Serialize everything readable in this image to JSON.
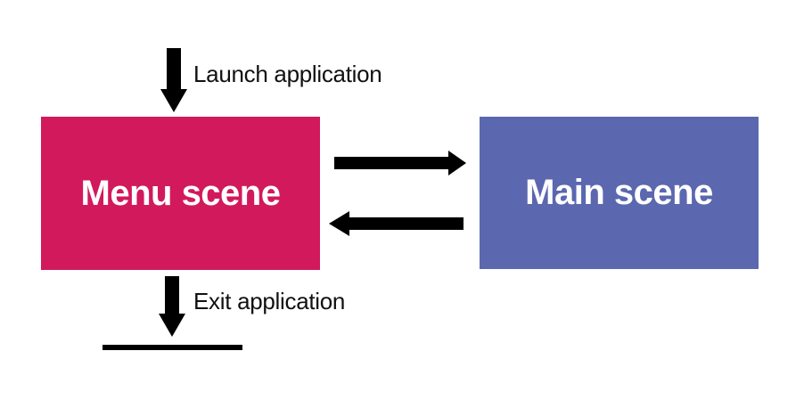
{
  "diagram": {
    "type": "flowchart",
    "nodes": [
      {
        "id": "menu-scene",
        "label": "Menu scene",
        "fill_color": "#d2195b",
        "text_color": "#ffffff"
      },
      {
        "id": "main-scene",
        "label": "Main scene",
        "fill_color": "#5b67af",
        "text_color": "#ffffff"
      }
    ],
    "edges": [
      {
        "id": "launch",
        "label": "Launch application",
        "from": "start",
        "to": "menu-scene",
        "direction": "down"
      },
      {
        "id": "menu-to-main",
        "label": "",
        "from": "menu-scene",
        "to": "main-scene",
        "direction": "right"
      },
      {
        "id": "main-to-menu",
        "label": "",
        "from": "main-scene",
        "to": "menu-scene",
        "direction": "left"
      },
      {
        "id": "exit",
        "label": "Exit application",
        "from": "menu-scene",
        "to": "terminator",
        "direction": "down"
      }
    ],
    "colors": {
      "arrow": "#000000",
      "background": "#ffffff",
      "label_text": "#111111"
    }
  }
}
